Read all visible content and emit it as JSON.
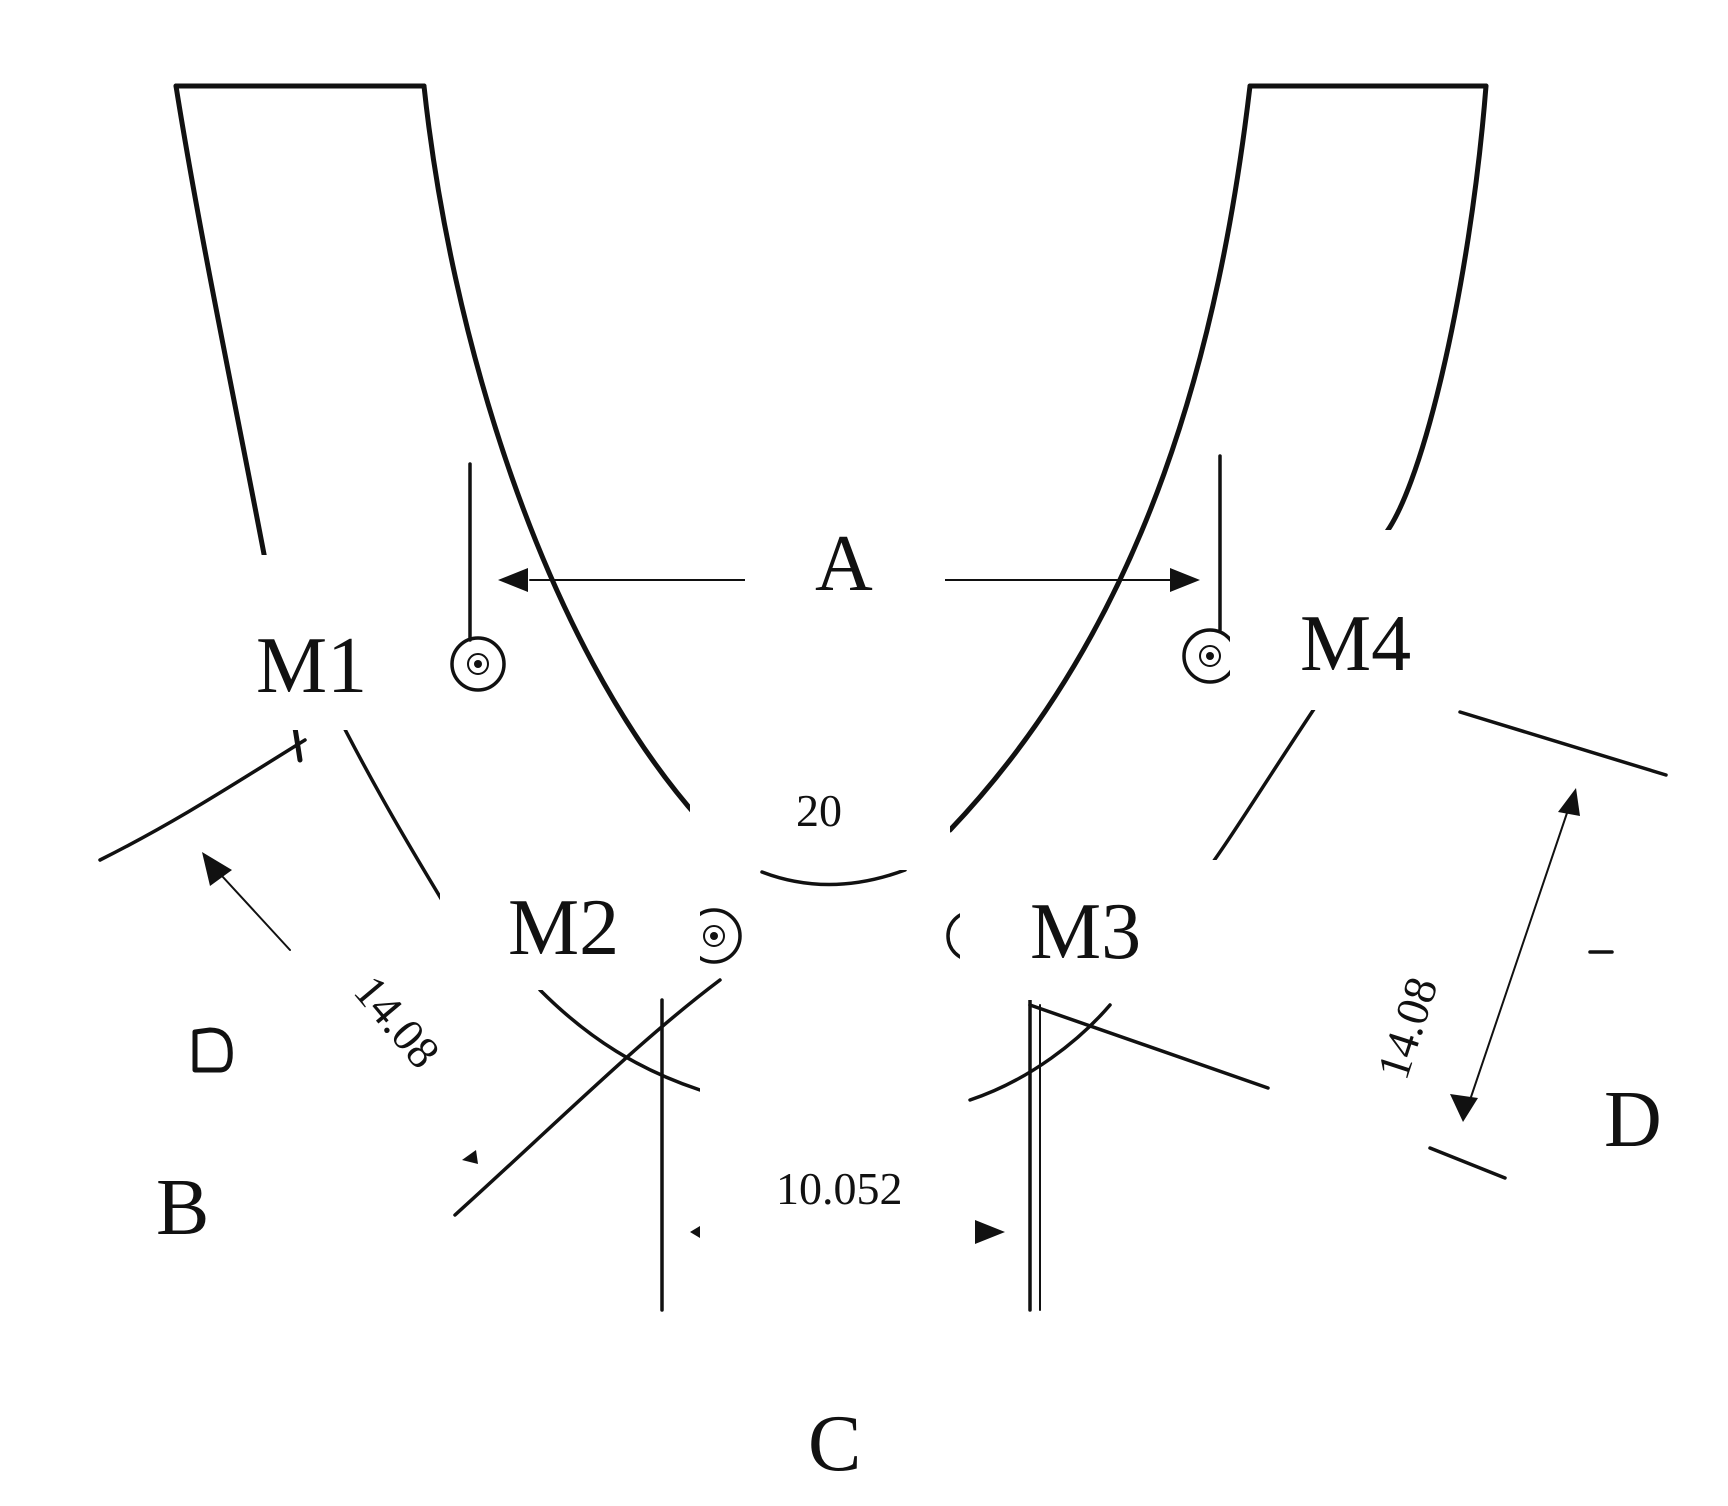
{
  "labels": {
    "A": "A",
    "B": "B",
    "C": "C",
    "D": "D",
    "M1": "M1",
    "M2": "M2",
    "M3": "M3",
    "M4": "M4"
  },
  "dimensions": {
    "top_gap": "20",
    "left_diagonal": "14.08",
    "right_diagonal": "14.08",
    "bottom_width": "10.052"
  },
  "colors": {
    "line": "#111111",
    "background": "#ffffff"
  }
}
